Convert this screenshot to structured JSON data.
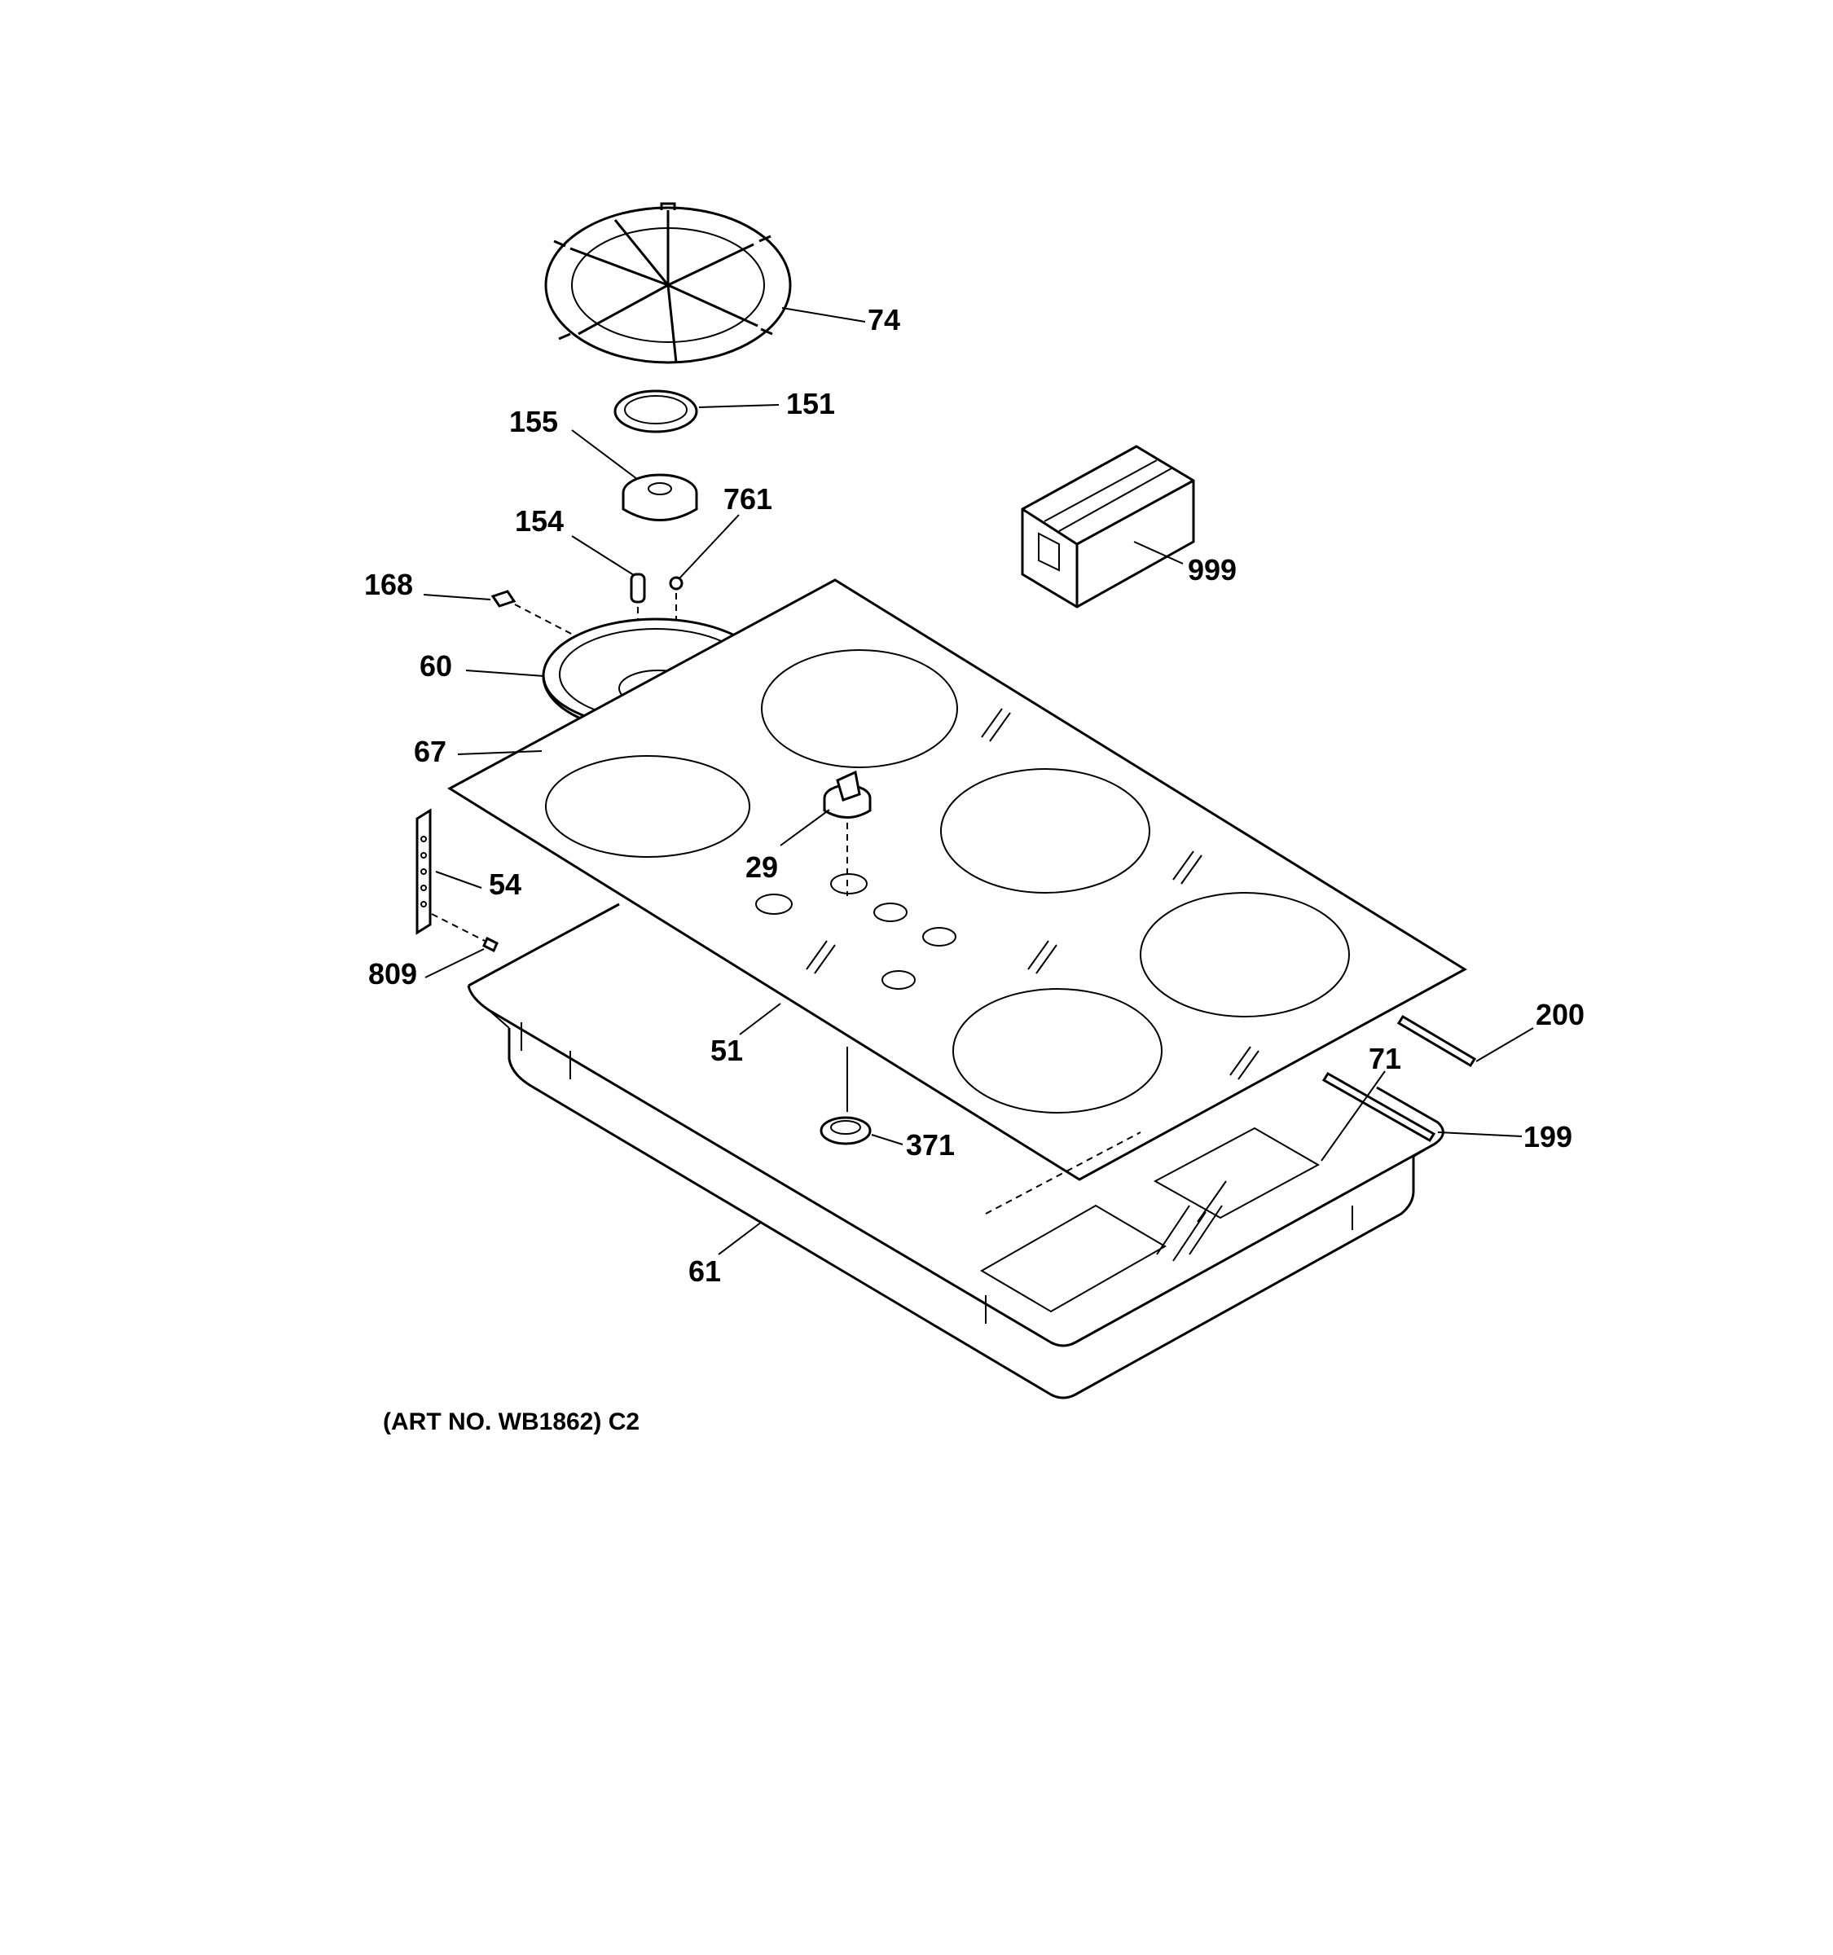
{
  "callouts": {
    "c74": "74",
    "c151": "151",
    "c155": "155",
    "c761": "761",
    "c154": "154",
    "c168": "168",
    "c60": "60",
    "c67": "67",
    "c999": "999",
    "c29": "29",
    "c54": "54",
    "c809": "809",
    "c51": "51",
    "c200": "200",
    "c71": "71",
    "c371": "371",
    "c199": "199",
    "c61": "61"
  },
  "caption": "(ART NO. WB1862) C2"
}
